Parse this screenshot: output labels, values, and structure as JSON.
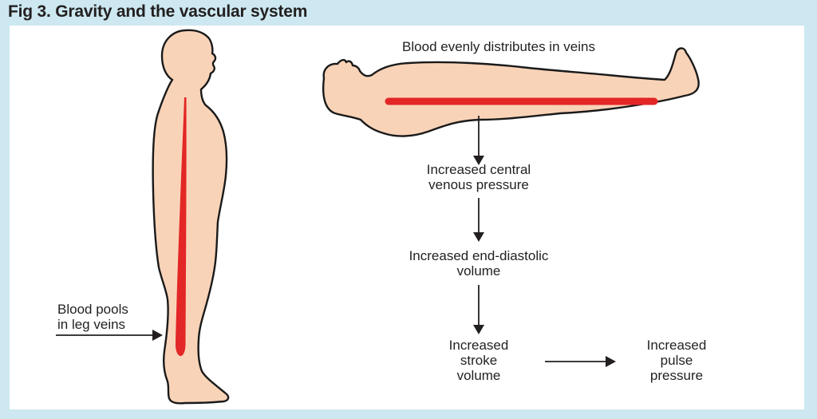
{
  "title": "Fig 3. Gravity and the vascular system",
  "colors": {
    "frame": "#cde8f0",
    "panel": "#ffffff",
    "body_fill": "#f9d3b8",
    "vein_red": "#e32626",
    "outline": "#1a1a1a",
    "text": "#231f20"
  },
  "figures": {
    "standing": {
      "name": "standing person, side profile, blood pooled in leg veins",
      "label_lines": [
        "Blood pools",
        "in leg veins"
      ]
    },
    "lying": {
      "name": "supine person, blood evenly distributed",
      "label": "Blood evenly distributes in veins"
    }
  },
  "flowchart": {
    "steps": [
      {
        "id": "central-venous-pressure",
        "lines": [
          "Increased central",
          "venous pressure"
        ]
      },
      {
        "id": "end-diastolic-volume",
        "lines": [
          "Increased end-diastolic",
          "volume"
        ]
      },
      {
        "id": "stroke-volume",
        "lines": [
          "Increased",
          "stroke",
          "volume"
        ]
      },
      {
        "id": "pulse-pressure",
        "lines": [
          "Increased",
          "pulse",
          "pressure"
        ]
      }
    ]
  }
}
